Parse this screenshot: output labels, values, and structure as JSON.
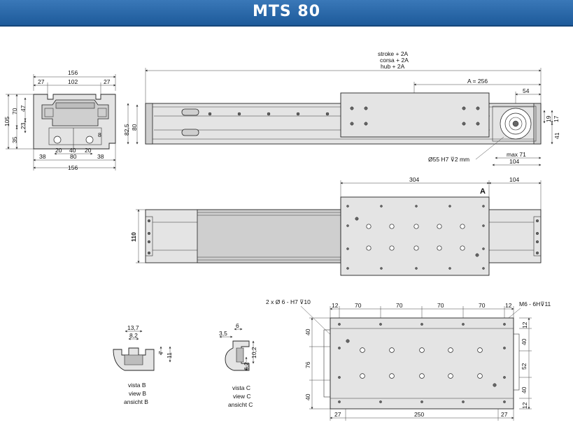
{
  "header": {
    "title": "MTS 80"
  },
  "colors": {
    "banner": "#2a69a9",
    "banner_text": "#ffffff",
    "part_fill": "#e4e4e4"
  },
  "end_view": {
    "width_top": "156",
    "inner_top": "102",
    "left_top": "27",
    "right_top": "27",
    "height_total": "105",
    "h70": "70",
    "h47": "47",
    "h23": "23",
    "h35": "35",
    "h8": "8",
    "b20a": "20",
    "b40": "40",
    "b20b": "20",
    "b80": "80",
    "b38a": "38",
    "b38b": "38",
    "width_bottom": "156"
  },
  "side_view": {
    "stroke_line1": "stroke + 2A",
    "stroke_line2": "corsa + 2A",
    "stroke_line3": "hub + 2A",
    "a_dim": "A = 256",
    "d54": "54",
    "h82": "82,5",
    "h80": "80",
    "d19": "19",
    "d17": "17",
    "d41": "41",
    "bore": "Ø55 H7 ⊽2 mm",
    "max71": "max 71",
    "d104": "104"
  },
  "top_view": {
    "d304": "304",
    "d104": "104",
    "h110": "110",
    "label_a": "A"
  },
  "plate_view": {
    "note_left": "2 x Ø 6 - H7 ⊽10",
    "note_right": "M6 - 6H⊽11",
    "top_dims": [
      "12",
      "70",
      "70",
      "70",
      "70",
      "12"
    ],
    "left_dims": [
      "40",
      "76",
      "40"
    ],
    "right_dims": [
      "12",
      "40",
      "52",
      "40",
      "12"
    ],
    "bottom_dims": [
      "27",
      "250",
      "27"
    ]
  },
  "view_b": {
    "w137": "13,7",
    "w82": "8,2",
    "h7": "7",
    "h11": "11",
    "label1": "vista B",
    "label2": "view B",
    "label3": "ansicht B"
  },
  "view_c": {
    "w6": "6",
    "w35": "3,5",
    "h102": "10,2",
    "h62": "6,2",
    "label1": "vista C",
    "label2": "view C",
    "label3": "ansicht C"
  }
}
